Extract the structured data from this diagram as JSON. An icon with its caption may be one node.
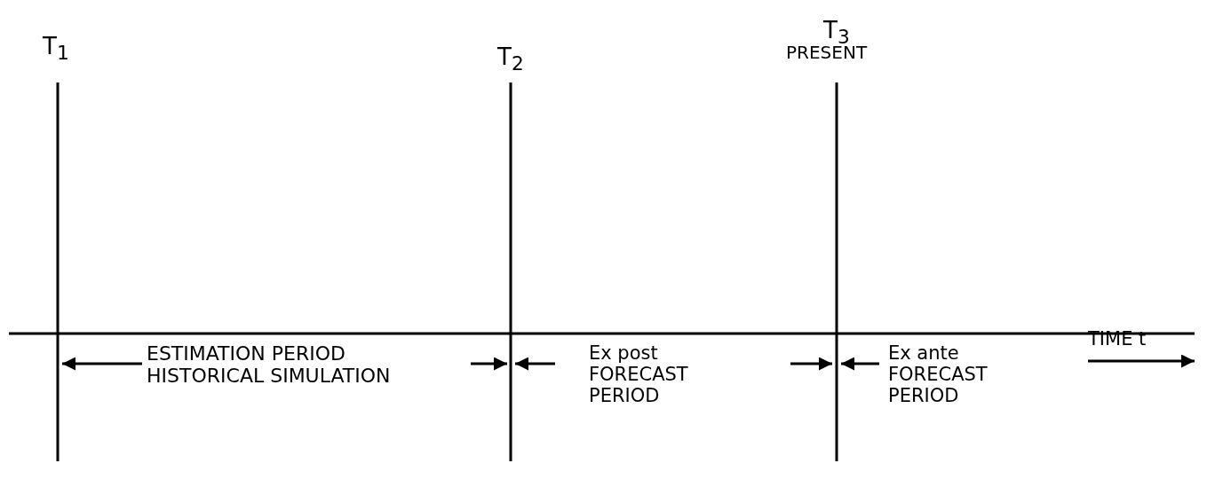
{
  "diagram": {
    "labels": [
      "T$_{1}$",
      "T$_{2}$",
      "T$_{3}$",
      "PRESENT",
      "ESTIMATION PERIOD HISTORICAL SIMULATION",
      "Ex post FORECAST PERIOD",
      "Ex ante FORECAST PERIOD",
      "TIME t"
    ]
  }
}
